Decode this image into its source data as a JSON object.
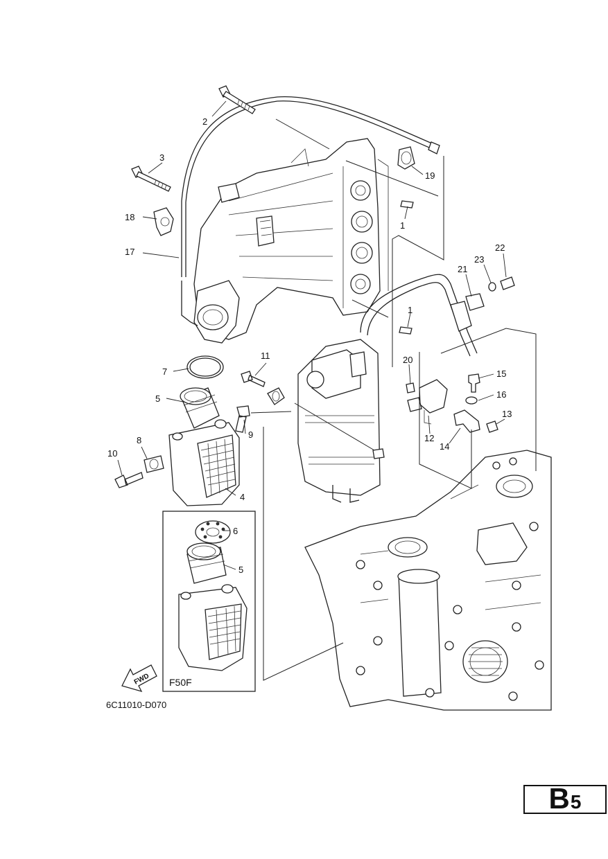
{
  "callouts": [
    "1",
    "1",
    "2",
    "3",
    "4",
    "5",
    "5",
    "6",
    "7",
    "9",
    "10",
    "8",
    "11",
    "12",
    "13",
    "14",
    "15",
    "16",
    "17",
    "18",
    "19",
    "20",
    "21",
    "22",
    "23"
  ],
  "variant_label": "F50F",
  "fwd_label": "FWD",
  "drawing_ref": "6C11010-D070",
  "section": {
    "letter": "B",
    "number": "5"
  }
}
